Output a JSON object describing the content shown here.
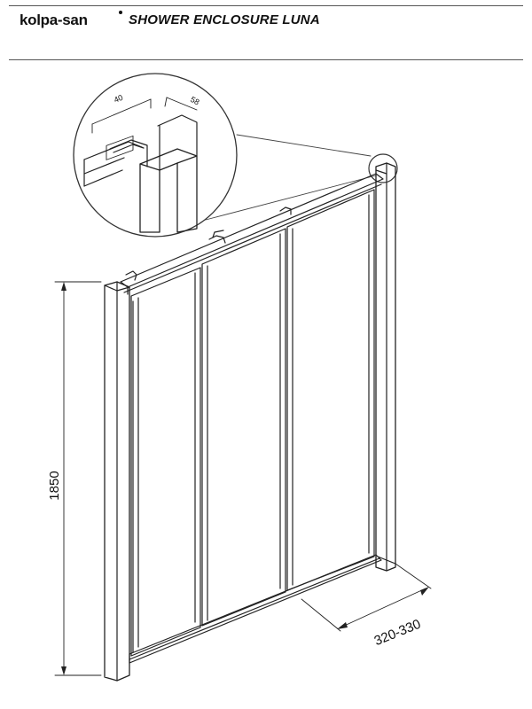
{
  "header": {
    "brand": "kolpa-san",
    "title": "SHOWER ENCLOSURE LUNA"
  },
  "dimensions": {
    "height": "1850",
    "side_depth": "320-330",
    "profile_width": "40",
    "profile_depth": "58"
  },
  "colors": {
    "line": "#222222",
    "rule": "#555555",
    "background": "#ffffff"
  }
}
